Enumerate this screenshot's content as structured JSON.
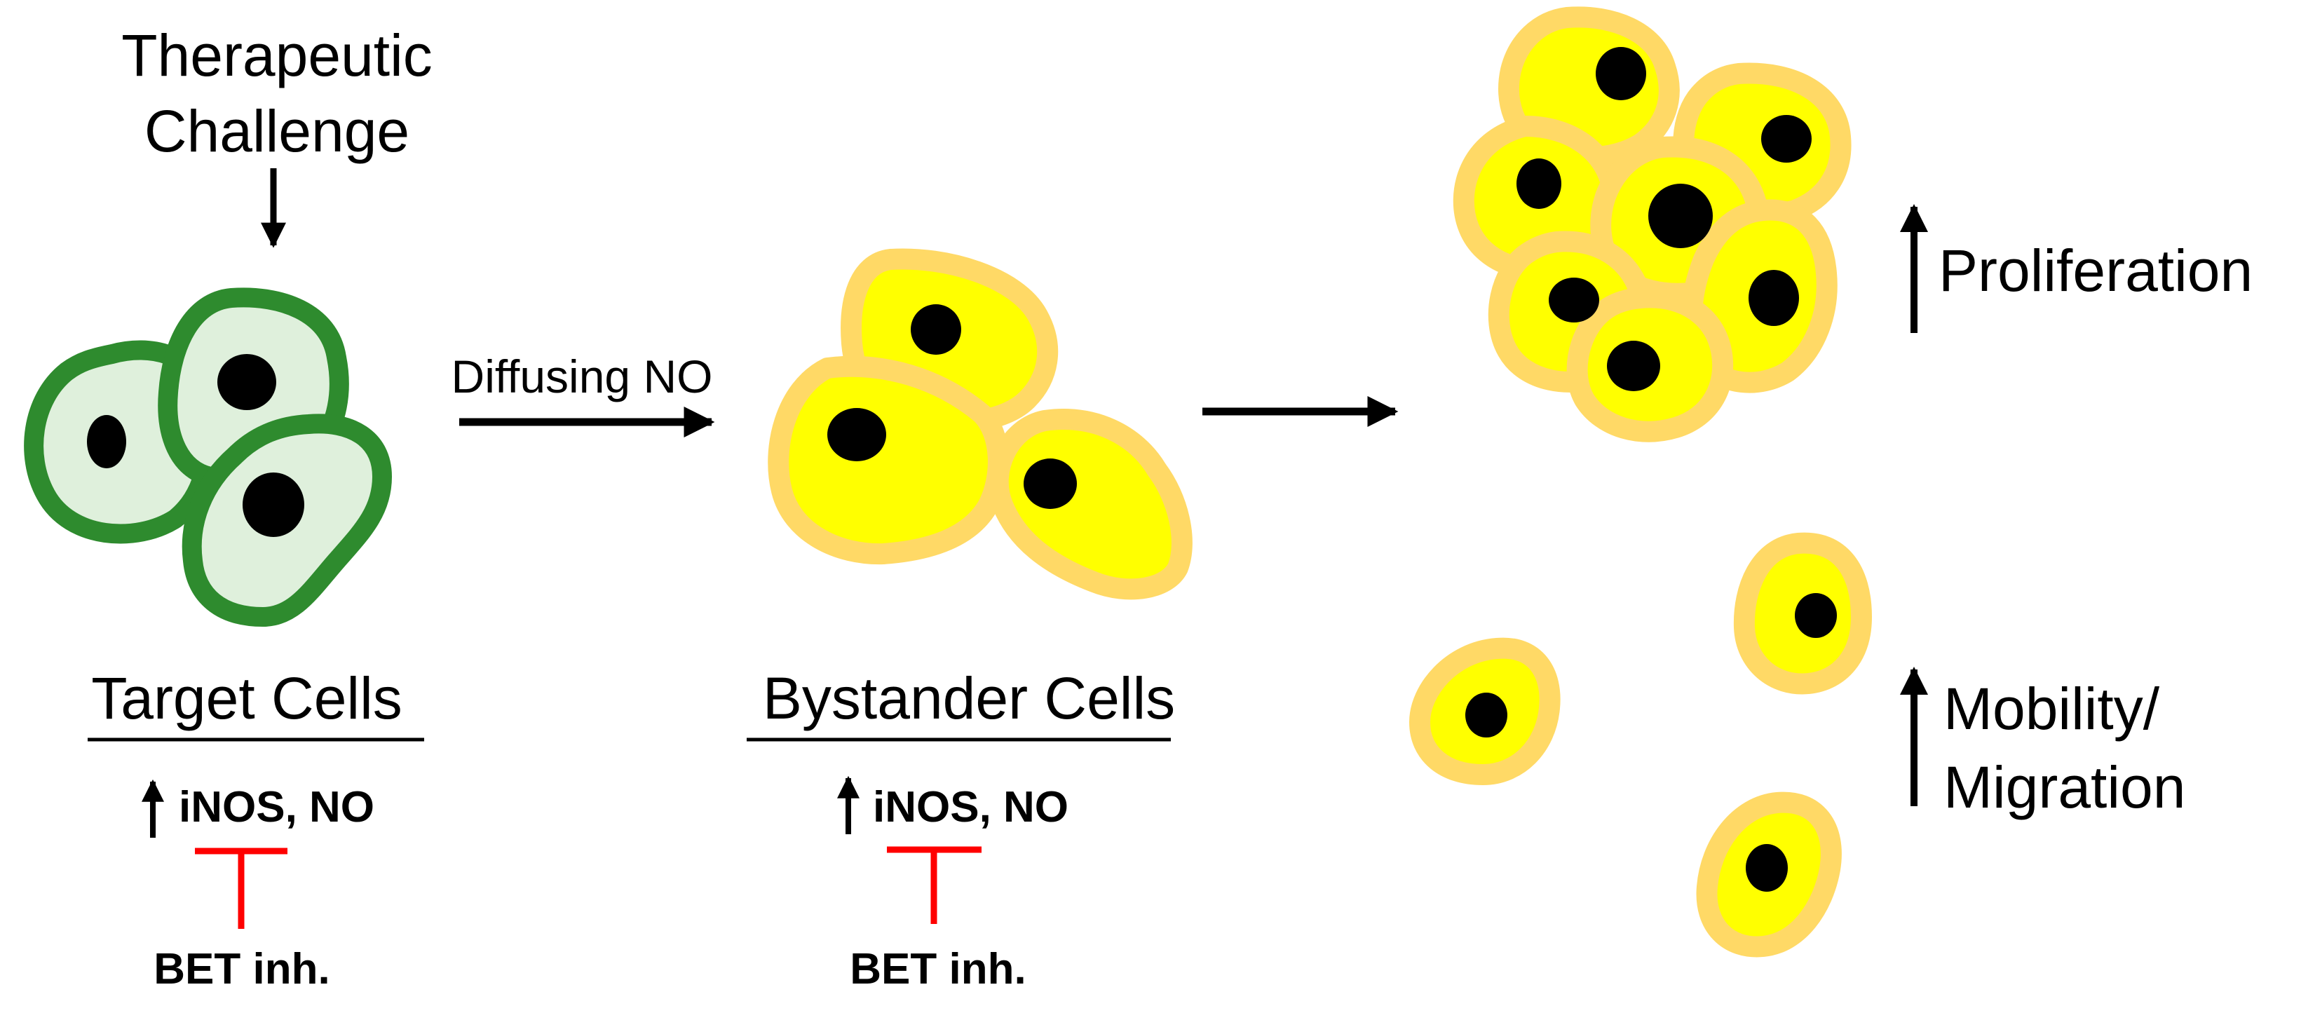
{
  "top_label": {
    "line1": "Therapeutic",
    "line2": "Challenge"
  },
  "target_group": {
    "title": "Target Cells",
    "marker": "iNOS, NO",
    "inhibitor": "BET inh."
  },
  "transfer_label": "Diffusing NO",
  "bystander_group": {
    "title": "Bystander Cells",
    "marker": "iNOS, NO",
    "inhibitor": "BET inh."
  },
  "outcomes": {
    "proliferation": "Proliferation",
    "mobility_line1": "Mobility/",
    "mobility_line2": "Migration"
  },
  "colors": {
    "target_outline": "#2e8b2e",
    "target_fill": "#dff0dc",
    "bystander_outline": "#ffd966",
    "bystander_fill": "#ffff00",
    "nucleus": "#000000",
    "inhibition": "#ff0000"
  }
}
